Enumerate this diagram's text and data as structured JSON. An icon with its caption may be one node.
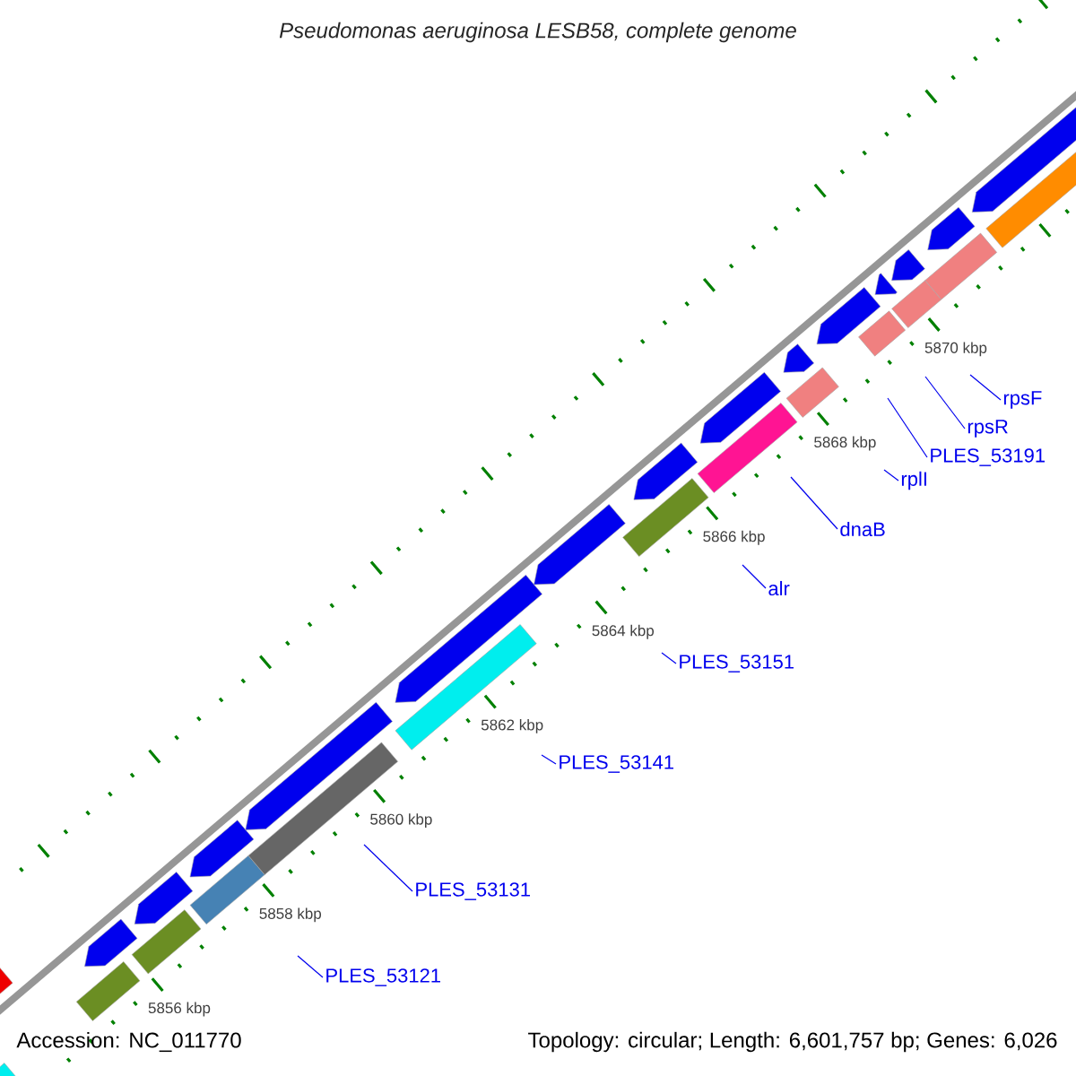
{
  "diagram": {
    "title": "Pseudomonas aeruginosa LESB58, complete genome",
    "nodes": [
      {
        "text": [
          "rpsF"
        ]
      },
      {
        "text": [
          "rpsR"
        ]
      },
      {
        "text": [
          "PLES_53191"
        ]
      },
      {
        "text": [
          "rplI"
        ]
      },
      {
        "text": [
          "dnaB"
        ]
      },
      {
        "text": [
          "alr"
        ]
      },
      {
        "text": [
          "PLES_53151"
        ]
      },
      {
        "text": [
          "PLES_53141"
        ]
      },
      {
        "text": [
          "PLES_53131"
        ]
      },
      {
        "text": [
          "PLES_53121"
        ]
      }
    ],
    "edges": [
      {
        "from": 0,
        "to": null,
        "arrow": "none"
      },
      {
        "from": 1,
        "to": null,
        "arrow": "none"
      },
      {
        "from": 2,
        "to": null,
        "arrow": "none"
      },
      {
        "from": 3,
        "to": null,
        "arrow": "none"
      },
      {
        "from": 4,
        "to": null,
        "arrow": "none"
      },
      {
        "from": 5,
        "to": null,
        "arrow": "none"
      },
      {
        "from": 6,
        "to": null,
        "arrow": "none"
      },
      {
        "from": 7,
        "to": null,
        "arrow": "none"
      },
      {
        "from": 8,
        "to": null,
        "arrow": "none"
      },
      {
        "from": 9,
        "to": null,
        "arrow": "none"
      }
    ],
    "labels": [
      "5870 kbp",
      "5868 kbp",
      "5866 kbp",
      "5864 kbp",
      "5862 kbp",
      "5860 kbp",
      "5858 kbp",
      "5856 kbp",
      "Accession: NC_011770",
      "Topology: circular; Length: 6,601,757 bp; Genes: 6,026"
    ]
  }
}
